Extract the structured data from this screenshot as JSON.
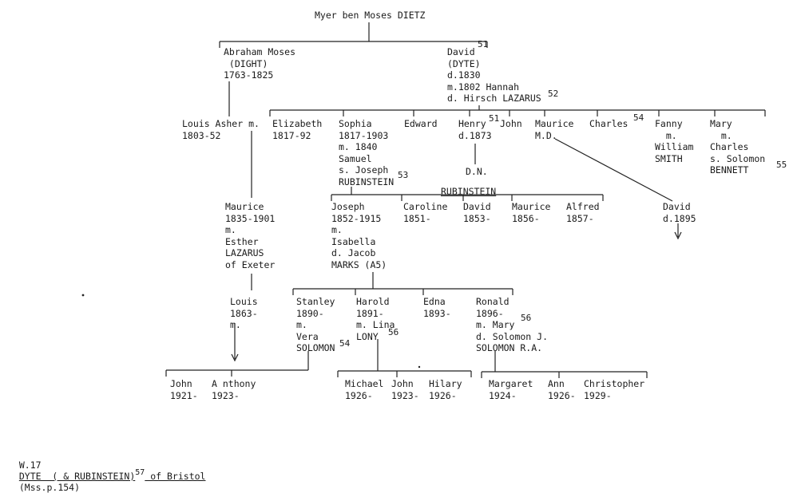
{
  "people": {
    "myer": [
      "Myer ben Moses DIETZ"
    ],
    "abraham": [
      "Abraham Moses",
      " (DIGHT)",
      "1763-1825"
    ],
    "david_dyte": [
      "David",
      "(DYTE)",
      "d.1830",
      "m.1802 Hannah",
      "d. Hirsch LAZARUS"
    ],
    "louis_asher": [
      "Louis Asher m.",
      "1803-52"
    ],
    "elizabeth": [
      "Elizabeth",
      "1817-92"
    ],
    "sophia": [
      "Sophia",
      "1817-1903",
      "m. 1840",
      "Samuel",
      "s. Joseph",
      "RUBINSTEIN"
    ],
    "edward": [
      "Edward"
    ],
    "henry": [
      "Henry",
      "d.1873"
    ],
    "henry_dn": [
      "D.N."
    ],
    "john1": [
      "John"
    ],
    "maurice_md": [
      "Maurice",
      "M.D."
    ],
    "charles": [
      "Charles"
    ],
    "fanny": [
      "Fanny",
      "  m.",
      "William",
      "SMITH"
    ],
    "mary": [
      "Mary",
      "  m.",
      "Charles",
      "s. Solomon",
      "BENNETT"
    ],
    "maurice2": [
      "Maurice",
      "1835-1901",
      "m.",
      "Esther",
      "LAZARUS",
      "of Exeter"
    ],
    "joseph": [
      "Joseph",
      "1852-1915",
      "m.",
      "Isabella",
      "d. Jacob",
      "MARKS (A5)"
    ],
    "caroline": [
      "Caroline",
      "1851-"
    ],
    "david2": [
      "David",
      "1853-"
    ],
    "maurice3": [
      "Maurice",
      "1856-"
    ],
    "alfred": [
      "Alfred",
      "1857-"
    ],
    "david3": [
      "David",
      "d.1895"
    ],
    "louis2": [
      "Louis",
      "1863-",
      "m."
    ],
    "stanley": [
      "Stanley",
      "1890-",
      "m.",
      "Vera",
      "SOLOMON"
    ],
    "harold": [
      "Harold",
      "1891-",
      "m. Lina",
      "LONY"
    ],
    "edna": [
      "Edna",
      "1893-"
    ],
    "ronald": [
      "Ronald",
      "1896-",
      "m. Mary",
      "d. Solomon J.",
      "SOLOMON R.A."
    ],
    "john2": [
      "John",
      "1921-"
    ],
    "anthony": [
      "A nthony",
      "1923-"
    ],
    "michael": [
      "Michael",
      "1926-"
    ],
    "john3": [
      "John",
      "1923-"
    ],
    "hilary": [
      "Hilary",
      "1926-"
    ],
    "margaret": [
      "Margaret",
      "1924-"
    ],
    "ann": [
      "Ann",
      "1926-"
    ],
    "christopher": [
      "Christopher",
      "1929-"
    ]
  },
  "group_label": "RUBINSTEIN",
  "notes": {
    "n51a": "51",
    "n51b": "51",
    "n52": "52",
    "n53": "53",
    "n54a": "54",
    "n55": "55",
    "n54b": "54",
    "n56a": "56",
    "n56b": "56"
  },
  "caption": {
    "ref": "W.17",
    "title": "DYTE  ( & RUBINSTEIN)",
    "note": "57",
    "place": " of Bristol",
    "source": "(Mss.p.154)"
  }
}
